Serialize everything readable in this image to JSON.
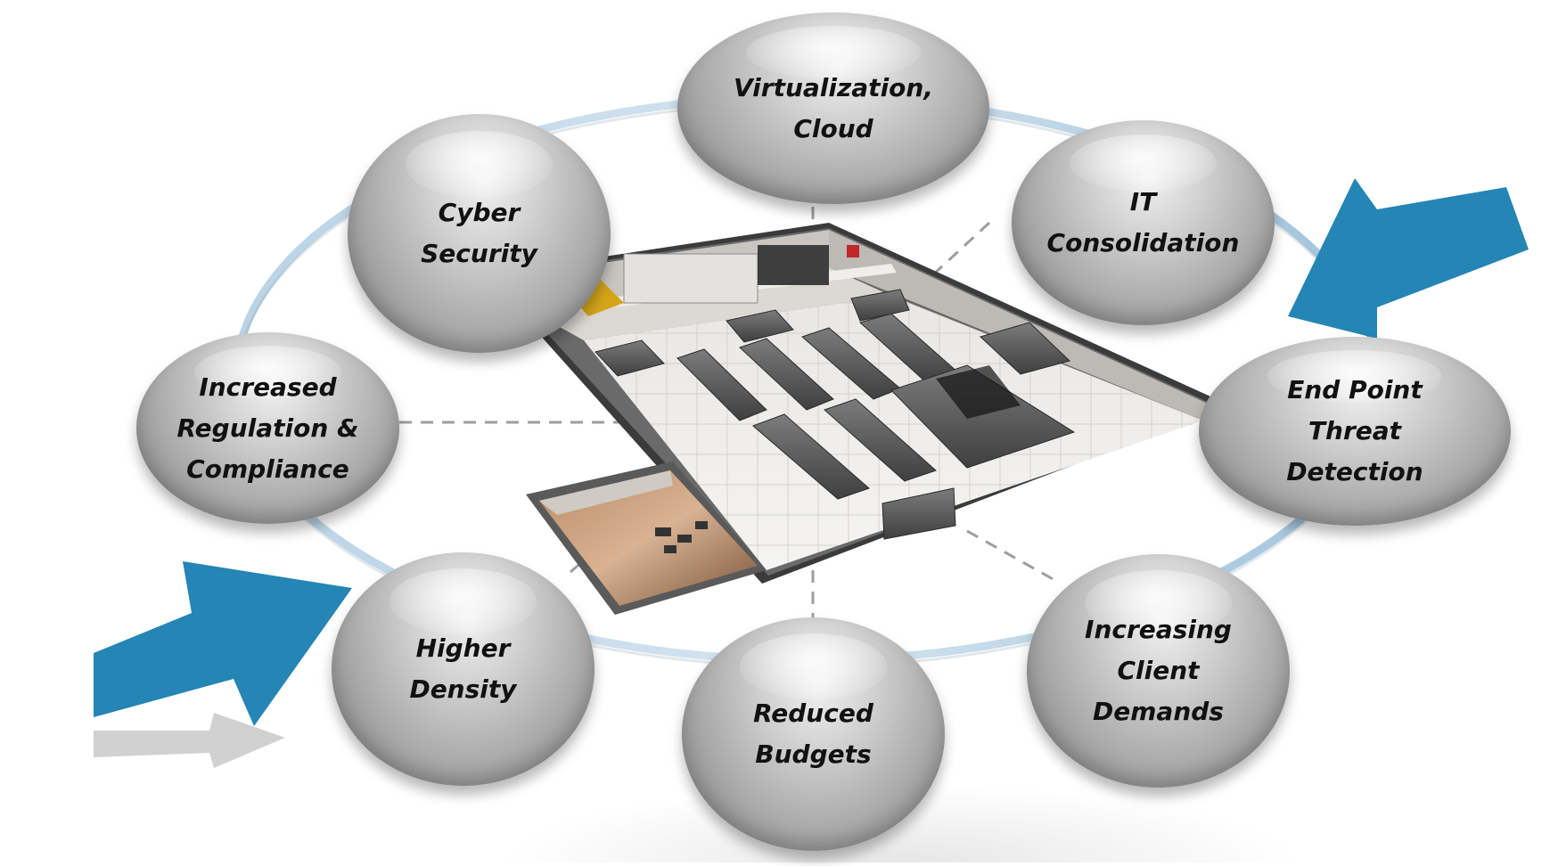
{
  "nodes": [
    {
      "id": "virtualization",
      "lines": [
        "Virtualization,",
        "Cloud"
      ]
    },
    {
      "id": "cyber-security",
      "lines": [
        "Cyber",
        "Security"
      ]
    },
    {
      "id": "it-consolidation",
      "lines": [
        "IT",
        "Consolidation"
      ]
    },
    {
      "id": "regulation",
      "lines": [
        "Increased",
        "Regulation &",
        "Compliance"
      ]
    },
    {
      "id": "end-point",
      "lines": [
        "End Point",
        "Threat",
        "Detection"
      ]
    },
    {
      "id": "higher-density",
      "lines": [
        "Higher",
        "Density"
      ]
    },
    {
      "id": "reduced-budgets",
      "lines": [
        "Reduced",
        "Budgets"
      ]
    },
    {
      "id": "client-demands",
      "lines": [
        "Increasing",
        "Client",
        "Demands"
      ]
    }
  ],
  "colors": {
    "accent_blue": "#2585b5",
    "ring_blue": "#9cc3dc",
    "node_gray": "#a9a9a9"
  }
}
